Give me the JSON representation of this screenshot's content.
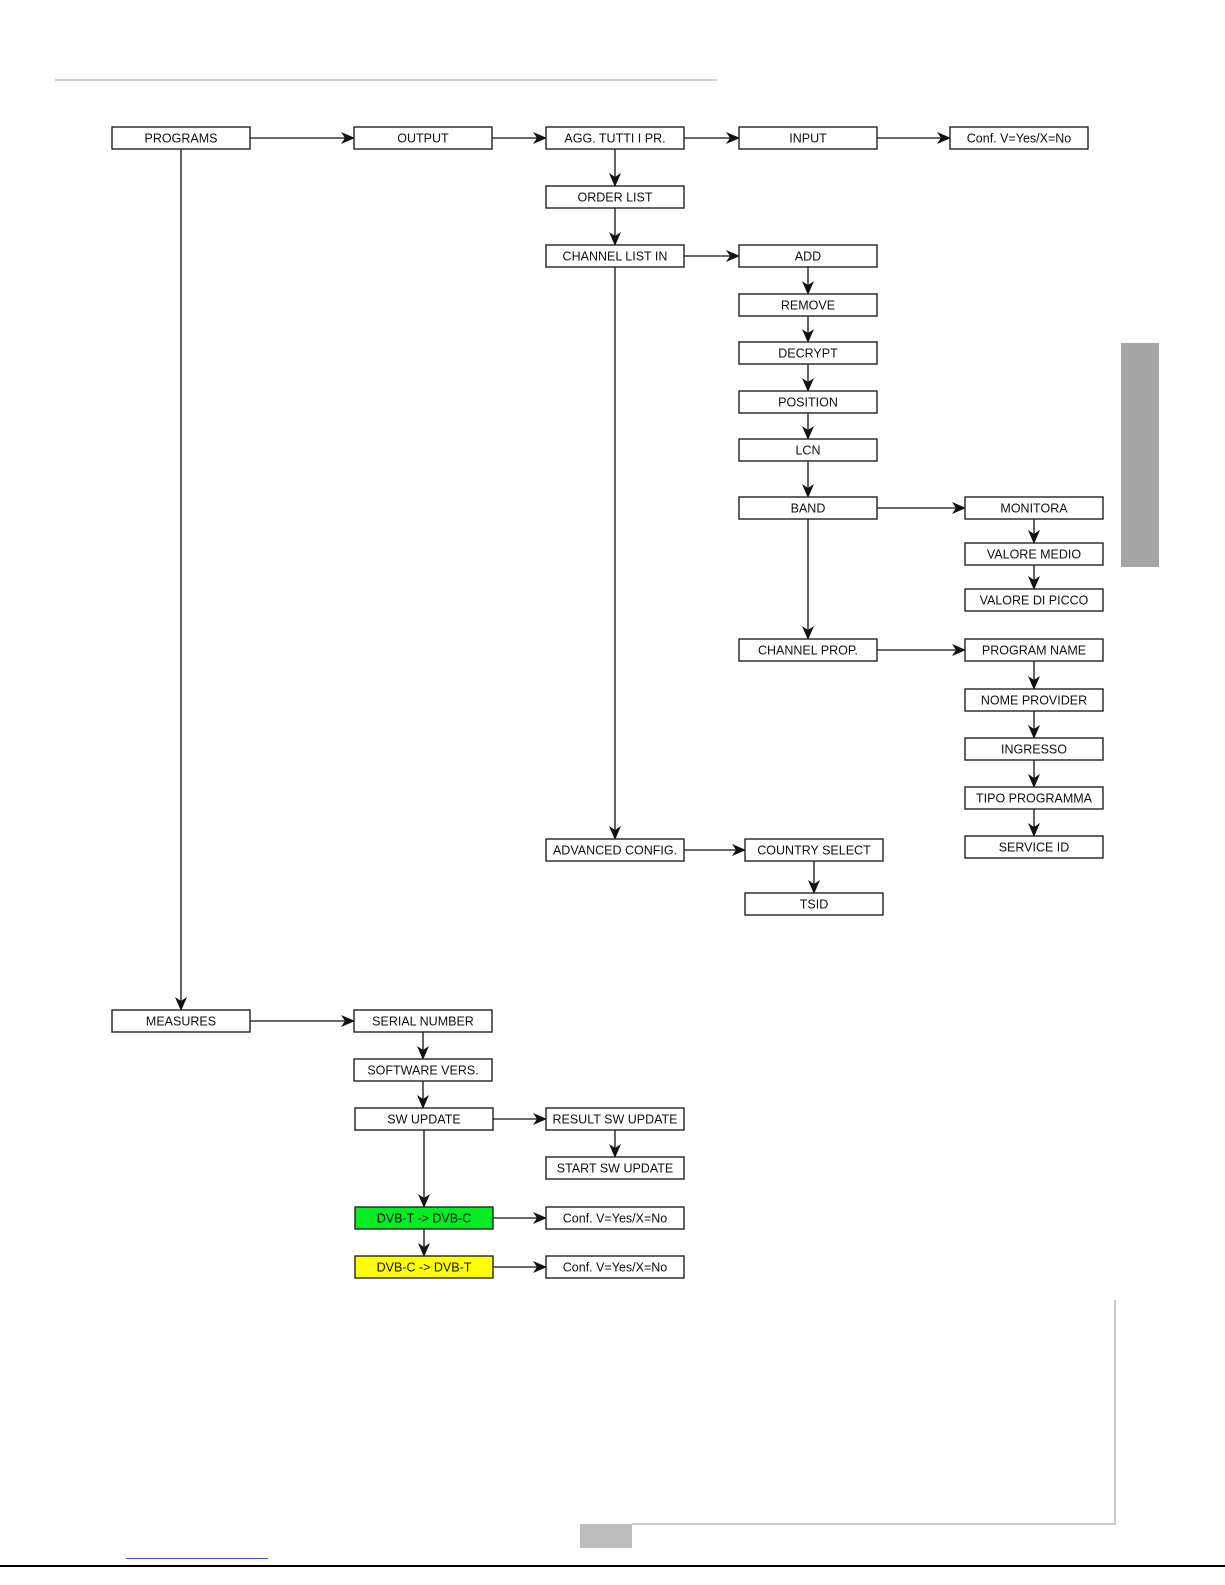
{
  "colors": {
    "green_node": "#00ee22",
    "yellow_node": "#ffff00",
    "default_node": "#ffffff"
  },
  "nodes": [
    {
      "id": "programs",
      "label": "PROGRAMS"
    },
    {
      "id": "output",
      "label": "OUTPUT"
    },
    {
      "id": "agg",
      "label": "AGG. TUTTI I PR."
    },
    {
      "id": "input",
      "label": "INPUT"
    },
    {
      "id": "conf1",
      "label": "Conf. V=Yes/X=No"
    },
    {
      "id": "order",
      "label": "ORDER LIST"
    },
    {
      "id": "chlist",
      "label": "CHANNEL LIST IN"
    },
    {
      "id": "add",
      "label": "ADD"
    },
    {
      "id": "remove",
      "label": "REMOVE"
    },
    {
      "id": "decrypt",
      "label": "DECRYPT"
    },
    {
      "id": "position",
      "label": "POSITION"
    },
    {
      "id": "lcn",
      "label": "LCN"
    },
    {
      "id": "band",
      "label": "BAND"
    },
    {
      "id": "monitora",
      "label": "MONITORA"
    },
    {
      "id": "valmedio",
      "label": "VALORE MEDIO"
    },
    {
      "id": "valpicco",
      "label": "VALORE DI PICCO"
    },
    {
      "id": "chprop",
      "label": "CHANNEL PROP."
    },
    {
      "id": "progname",
      "label": "PROGRAM NAME"
    },
    {
      "id": "nomeprov",
      "label": "NOME PROVIDER"
    },
    {
      "id": "ingresso",
      "label": "INGRESSO"
    },
    {
      "id": "tipoprog",
      "label": "TIPO PROGRAMMA"
    },
    {
      "id": "serviceid",
      "label": "SERVICE ID"
    },
    {
      "id": "advconf",
      "label": "ADVANCED CONFIG."
    },
    {
      "id": "country",
      "label": "COUNTRY SELECT"
    },
    {
      "id": "tsid",
      "label": "TSID"
    },
    {
      "id": "measures",
      "label": "MEASURES"
    },
    {
      "id": "serial",
      "label": "SERIAL NUMBER"
    },
    {
      "id": "swvers",
      "label": "SOFTWARE VERS."
    },
    {
      "id": "swupd",
      "label": "SW UPDATE"
    },
    {
      "id": "resultsw",
      "label": "RESULT SW UPDATE"
    },
    {
      "id": "startsw",
      "label": "START SW UPDATE"
    },
    {
      "id": "dvbt2c",
      "label": "DVB-T -> DVB-C",
      "fill": "green_node"
    },
    {
      "id": "conf2",
      "label": "Conf. V=Yes/X=No"
    },
    {
      "id": "dvbc2t",
      "label": "DVB-C -> DVB-T",
      "fill": "yellow_node"
    },
    {
      "id": "conf3",
      "label": "Conf. V=Yes/X=No"
    }
  ],
  "edges": [
    [
      "programs",
      "output"
    ],
    [
      "output",
      "agg"
    ],
    [
      "agg",
      "input"
    ],
    [
      "input",
      "conf1"
    ],
    [
      "agg",
      "order"
    ],
    [
      "order",
      "chlist"
    ],
    [
      "chlist",
      "add"
    ],
    [
      "add",
      "remove"
    ],
    [
      "remove",
      "decrypt"
    ],
    [
      "decrypt",
      "position"
    ],
    [
      "position",
      "lcn"
    ],
    [
      "lcn",
      "band"
    ],
    [
      "band",
      "monitora"
    ],
    [
      "monitora",
      "valmedio"
    ],
    [
      "valmedio",
      "valpicco"
    ],
    [
      "band",
      "chprop"
    ],
    [
      "chprop",
      "progname"
    ],
    [
      "progname",
      "nomeprov"
    ],
    [
      "nomeprov",
      "ingresso"
    ],
    [
      "ingresso",
      "tipoprog"
    ],
    [
      "tipoprog",
      "serviceid"
    ],
    [
      "chlist",
      "advconf"
    ],
    [
      "advconf",
      "country"
    ],
    [
      "country",
      "tsid"
    ],
    [
      "programs",
      "measures"
    ],
    [
      "measures",
      "serial"
    ],
    [
      "serial",
      "swvers"
    ],
    [
      "swvers",
      "swupd"
    ],
    [
      "swupd",
      "resultsw"
    ],
    [
      "resultsw",
      "startsw"
    ],
    [
      "swupd",
      "dvbt2c"
    ],
    [
      "dvbt2c",
      "conf2"
    ],
    [
      "dvbt2c",
      "dvbc2t"
    ],
    [
      "dvbc2t",
      "conf3"
    ]
  ]
}
